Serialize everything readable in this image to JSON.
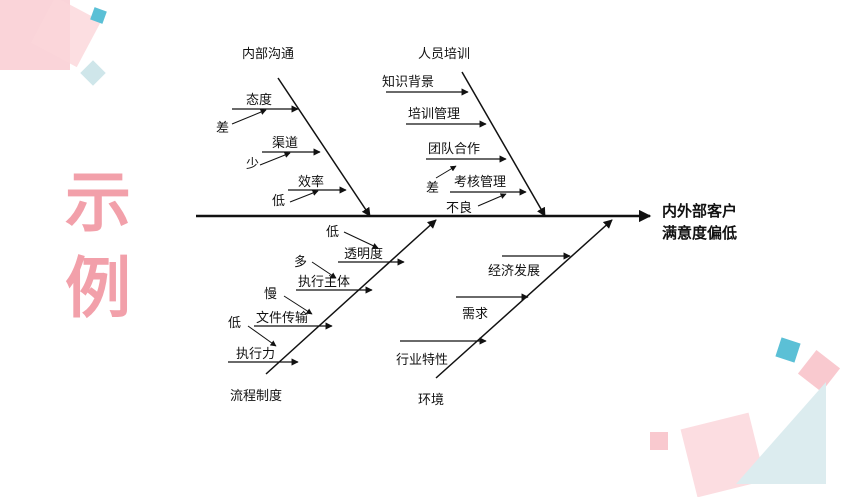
{
  "slide_title": [
    "示",
    "例"
  ],
  "colors": {
    "accent_pink": "#f2a0aa",
    "accent_teal": "#5bc0d6",
    "line": "#111111"
  },
  "fishbone": {
    "effect": [
      "内外部客户",
      "满意度偏低"
    ],
    "categories": {
      "internal_communication": {
        "label": "内部沟通",
        "causes": [
          "态度",
          "渠道",
          "效率"
        ],
        "qualifiers": [
          "差",
          "少",
          "低"
        ]
      },
      "staff_training": {
        "label": "人员培训",
        "causes": [
          "知识背景",
          "培训管理",
          "团队合作",
          "考核管理",
          "不良"
        ],
        "qualifiers": [
          "差"
        ]
      },
      "process_system": {
        "label": "流程制度",
        "causes": [
          "透明度",
          "执行主体",
          "文件传输",
          "执行力"
        ],
        "qualifiers": [
          "低",
          "多",
          "慢",
          "低"
        ]
      },
      "environment": {
        "label": "环境",
        "causes": [
          "经济发展",
          "需求",
          "行业特性"
        ]
      }
    }
  }
}
